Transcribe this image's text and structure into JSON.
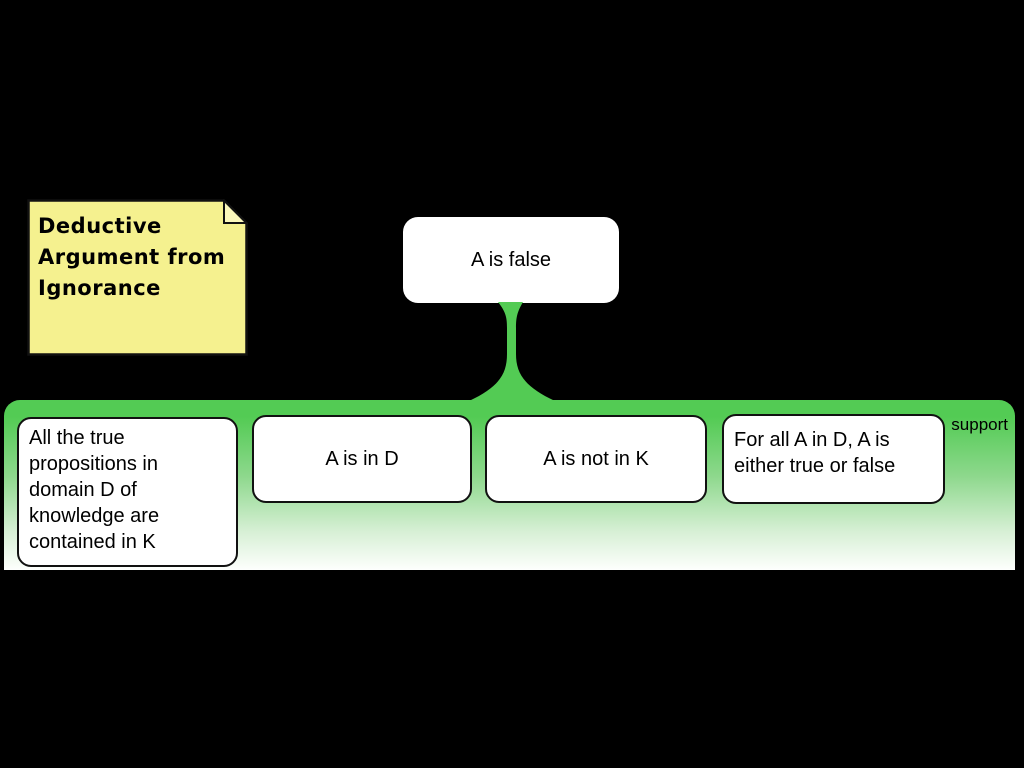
{
  "note": {
    "lines": [
      "Deductive",
      "Argument from",
      "Ignorance"
    ]
  },
  "conclusion": {
    "label": "A is false"
  },
  "band": {
    "label": "support",
    "premises": [
      {
        "text": "All the true propositions in domain D of knowledge are contained in K"
      },
      {
        "text": "A is in D"
      },
      {
        "text": "A is not in K"
      },
      {
        "text": "For all A in D, A is either true or false"
      }
    ]
  },
  "colors": {
    "background": "#000000",
    "support_green": "#53cb54",
    "band_fade": "#fdfffd",
    "note_fill": "#f5f18f",
    "note_fold": "#fbf8bb",
    "box_fill": "#ffffff",
    "outline": "#111111",
    "text": "#000000"
  }
}
